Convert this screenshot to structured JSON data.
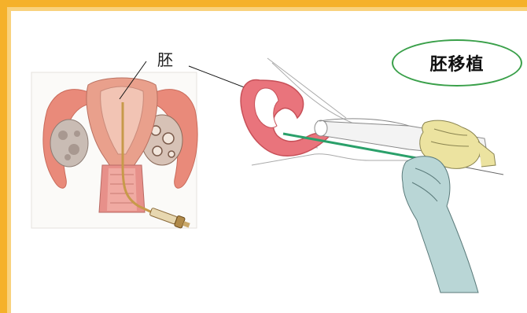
{
  "labels": {
    "embryo": "胚",
    "transfer": "胚移植"
  },
  "colors": {
    "frame": "#f5b12a",
    "badge_border": "#3aa04a",
    "uterus": "#e9747c",
    "catheter": "#2aa06a",
    "left_glove": "#b9d6d6",
    "right_glove": "#ece3a0"
  },
  "icons": {
    "left_figure": "uterus-with-catheter-illustration",
    "right_figure": "hands-holding-transfer-catheter"
  }
}
